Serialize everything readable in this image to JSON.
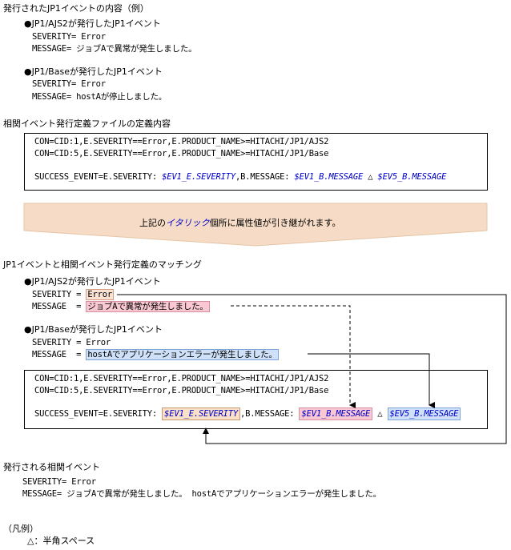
{
  "section1": {
    "title": "発行されたJP1イベントの内容（例）",
    "event1": {
      "header": "●JP1/AJS2が発行したJP1イベント",
      "severity": "SEVERITY= Error",
      "message": "MESSAGE= ジョブAで異常が発生しました。"
    },
    "event2": {
      "header": "●JP1/Baseが発行したJP1イベント",
      "severity": "SEVERITY= Error",
      "message": "MESSAGE= hostAが停止しました。"
    }
  },
  "section2": {
    "title": "相関イベント発行定義ファイルの定義内容",
    "def_line1": "CON=CID:1,E.SEVERITY==Error,E.PRODUCT_NAME>=HITACHI/JP1/AJS2",
    "def_line2": "CON=CID:5,E.SEVERITY==Error,E.PRODUCT_NAME>=HITACHI/JP1/Base",
    "success_prefix": "SUCCESS_EVENT=E.SEVERITY:",
    "var_ev1_severity": "$EV1_E.SEVERITY",
    "mid_text": ",B.MESSAGE:",
    "var_ev1_message": "$EV1_B.MESSAGE",
    "space_symbol": "△",
    "var_ev5_message": "$EV5_B.MESSAGE"
  },
  "banner": {
    "prefix": "上記の",
    "italic": "イタリック",
    "suffix": "個所に属性値が引き継がれます。"
  },
  "section3": {
    "title": "JP1イベントと相関イベント発行定義のマッチング",
    "event1": {
      "header": "●JP1/AJS2が発行したJP1イベント",
      "severity_label": "SEVERITY =",
      "severity_value": "Error",
      "message_label": "MESSAGE  =",
      "message_value": "ジョブAで異常が発生しました。"
    },
    "event2": {
      "header": "●JP1/Baseが発行したJP1イベント",
      "severity": "SEVERITY = Error",
      "message_label": "MESSAGE  =",
      "message_value": "hostAでアプリケーションエラーが発生しました。"
    }
  },
  "section4": {
    "title": "発行される相関イベント",
    "severity": "SEVERITY= Error",
    "message": "MESSAGE= ジョブAで異常が発生しました。 hostAでアプリケーションエラーが発生しました。"
  },
  "legend": {
    "title": "（凡例）",
    "item": "△：半角スペース"
  },
  "colors": {
    "banner_fill": "#f6dcc6",
    "italic_var": "#0000cc",
    "severity_highlight": "#fbe0c8",
    "messageA_highlight": "#f9c8d2",
    "messageB_highlight": "#cfe1f8"
  }
}
